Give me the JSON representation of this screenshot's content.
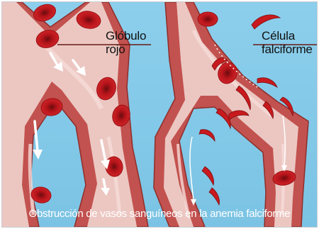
{
  "labels": {
    "normal_cell": [
      "Glóbulo",
      "rojo"
    ],
    "sickle_cell": [
      "Célula",
      "falciforme"
    ]
  },
  "caption": "Obstrucción de vasos sanguíneos en la anemia falciforme",
  "colors": {
    "background": "#8fd0ec",
    "vessel_wall": "#c2524f",
    "vessel_lumen": "#ecc7c2",
    "red_cell": "#c81a1e",
    "arrow": "#ffffff",
    "leader_line": "#6a1a14"
  }
}
